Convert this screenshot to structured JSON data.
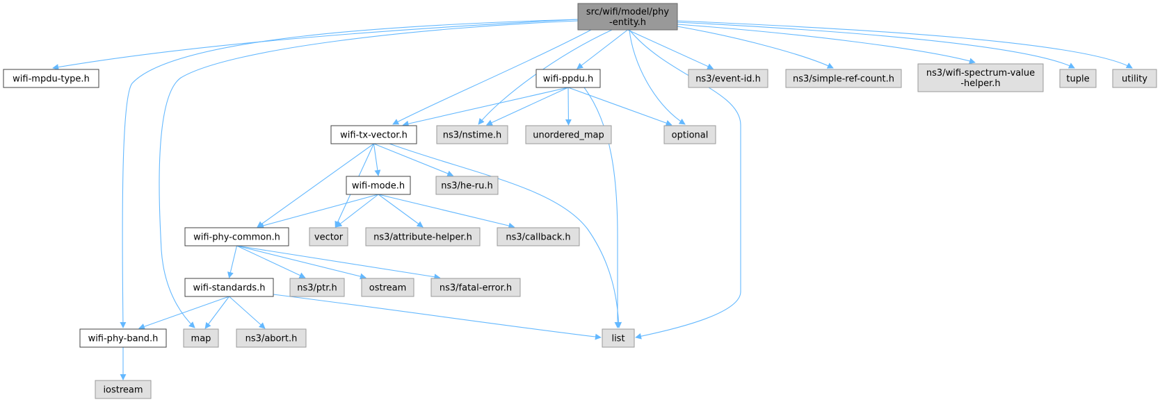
{
  "colors": {
    "edge": "#63b8ff",
    "root_fill": "#999999",
    "root_border": "#666666",
    "local_fill": "#ffffff",
    "local_border": "#404040",
    "external_fill": "#e0e0e0",
    "external_border": "#999999"
  },
  "nodes": [
    {
      "id": "root",
      "lines": [
        "src/wifi/model/phy",
        "-entity.h"
      ],
      "kind": "root"
    },
    {
      "id": "wifi-mpdu-type",
      "lines": [
        "wifi-mpdu-type.h"
      ],
      "kind": "local"
    },
    {
      "id": "wifi-ppdu",
      "lines": [
        "wifi-ppdu.h"
      ],
      "kind": "local"
    },
    {
      "id": "event-id",
      "lines": [
        "ns3/event-id.h"
      ],
      "kind": "external"
    },
    {
      "id": "simple-ref-count",
      "lines": [
        "ns3/simple-ref-count.h"
      ],
      "kind": "external"
    },
    {
      "id": "spectrum-helper",
      "lines": [
        "ns3/wifi-spectrum-value",
        "-helper.h"
      ],
      "kind": "external"
    },
    {
      "id": "tuple",
      "lines": [
        "tuple"
      ],
      "kind": "external"
    },
    {
      "id": "utility",
      "lines": [
        "utility"
      ],
      "kind": "external"
    },
    {
      "id": "wifi-tx-vector",
      "lines": [
        "wifi-tx-vector.h"
      ],
      "kind": "local"
    },
    {
      "id": "nstime",
      "lines": [
        "ns3/nstime.h"
      ],
      "kind": "external"
    },
    {
      "id": "unordered_map",
      "lines": [
        "unordered_map"
      ],
      "kind": "external"
    },
    {
      "id": "optional",
      "lines": [
        "optional"
      ],
      "kind": "external"
    },
    {
      "id": "wifi-mode",
      "lines": [
        "wifi-mode.h"
      ],
      "kind": "local"
    },
    {
      "id": "he-ru",
      "lines": [
        "ns3/he-ru.h"
      ],
      "kind": "external"
    },
    {
      "id": "wifi-phy-common",
      "lines": [
        "wifi-phy-common.h"
      ],
      "kind": "local"
    },
    {
      "id": "vector",
      "lines": [
        "vector"
      ],
      "kind": "external"
    },
    {
      "id": "attribute-helper",
      "lines": [
        "ns3/attribute-helper.h"
      ],
      "kind": "external"
    },
    {
      "id": "callback",
      "lines": [
        "ns3/callback.h"
      ],
      "kind": "external"
    },
    {
      "id": "wifi-standards",
      "lines": [
        "wifi-standards.h"
      ],
      "kind": "local"
    },
    {
      "id": "ptr",
      "lines": [
        "ns3/ptr.h"
      ],
      "kind": "external"
    },
    {
      "id": "ostream",
      "lines": [
        "ostream"
      ],
      "kind": "external"
    },
    {
      "id": "fatal-error",
      "lines": [
        "ns3/fatal-error.h"
      ],
      "kind": "external"
    },
    {
      "id": "wifi-phy-band",
      "lines": [
        "wifi-phy-band.h"
      ],
      "kind": "local"
    },
    {
      "id": "map",
      "lines": [
        "map"
      ],
      "kind": "external"
    },
    {
      "id": "abort",
      "lines": [
        "ns3/abort.h"
      ],
      "kind": "external"
    },
    {
      "id": "list",
      "lines": [
        "list"
      ],
      "kind": "external"
    },
    {
      "id": "iostream",
      "lines": [
        "iostream"
      ],
      "kind": "external"
    }
  ],
  "edges": [
    {
      "from": "root",
      "to": "wifi-mpdu-type"
    },
    {
      "from": "root",
      "to": "wifi-phy-band"
    },
    {
      "from": "root",
      "to": "map"
    },
    {
      "from": "root",
      "to": "wifi-tx-vector"
    },
    {
      "from": "root",
      "to": "nstime"
    },
    {
      "from": "root",
      "to": "wifi-ppdu"
    },
    {
      "from": "root",
      "to": "optional"
    },
    {
      "from": "root",
      "to": "list"
    },
    {
      "from": "root",
      "to": "event-id"
    },
    {
      "from": "root",
      "to": "simple-ref-count"
    },
    {
      "from": "root",
      "to": "spectrum-helper"
    },
    {
      "from": "root",
      "to": "tuple"
    },
    {
      "from": "root",
      "to": "utility"
    },
    {
      "from": "wifi-ppdu",
      "to": "wifi-tx-vector"
    },
    {
      "from": "wifi-ppdu",
      "to": "nstime"
    },
    {
      "from": "wifi-ppdu",
      "to": "unordered_map"
    },
    {
      "from": "wifi-ppdu",
      "to": "optional"
    },
    {
      "from": "wifi-ppdu",
      "to": "list"
    },
    {
      "from": "wifi-tx-vector",
      "to": "wifi-phy-common"
    },
    {
      "from": "wifi-tx-vector",
      "to": "vector"
    },
    {
      "from": "wifi-tx-vector",
      "to": "wifi-mode"
    },
    {
      "from": "wifi-tx-vector",
      "to": "he-ru"
    },
    {
      "from": "wifi-tx-vector",
      "to": "list"
    },
    {
      "from": "wifi-mode",
      "to": "wifi-phy-common"
    },
    {
      "from": "wifi-mode",
      "to": "vector"
    },
    {
      "from": "wifi-mode",
      "to": "attribute-helper"
    },
    {
      "from": "wifi-mode",
      "to": "callback"
    },
    {
      "from": "wifi-phy-common",
      "to": "wifi-standards"
    },
    {
      "from": "wifi-phy-common",
      "to": "ptr"
    },
    {
      "from": "wifi-phy-common",
      "to": "ostream"
    },
    {
      "from": "wifi-phy-common",
      "to": "fatal-error"
    },
    {
      "from": "wifi-standards",
      "to": "wifi-phy-band"
    },
    {
      "from": "wifi-standards",
      "to": "map"
    },
    {
      "from": "wifi-standards",
      "to": "abort"
    },
    {
      "from": "wifi-standards",
      "to": "list"
    },
    {
      "from": "wifi-phy-band",
      "to": "iostream"
    }
  ]
}
